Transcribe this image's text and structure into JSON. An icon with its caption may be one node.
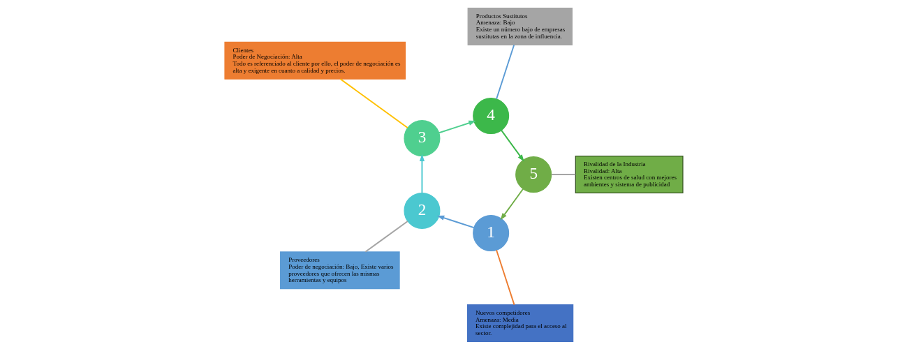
{
  "diagram": {
    "nodes": [
      {
        "text": [
          "1"
        ]
      },
      {
        "text": [
          "2"
        ]
      },
      {
        "text": [
          "3"
        ]
      },
      {
        "text": [
          "4"
        ]
      },
      {
        "text": [
          "5"
        ]
      },
      {
        "text": [
          "Rivalidad de la Industria",
          "Rivalidad: Alta",
          "Existen centros de salud con mejores ambientes y sistema de publicidad"
        ]
      },
      {
        "text": [
          "Nuevos competidores",
          "Amenaza: Media",
          "Existe complejidad para el acceso al sector."
        ]
      },
      {
        "text": [
          "Productos Sustitutos",
          "Amenaza: Bajo",
          "Existe un número bajo de empresas sustitutas en la zona de influencia."
        ]
      },
      {
        "text": [
          "Proveedores",
          "Poder de negociación: Bajo, Existe varios proveedores que ofrecen las mismas herramientas y equipos"
        ]
      },
      {
        "text": [
          "Clientes",
          "Poder de Negociación: Alta",
          "Todo es referenciado al cliente por ello, el poder de negociación es alta y exigente en cuanto a calidad y precios."
        ]
      }
    ],
    "edges": [
      {
        "from": 0,
        "to": 1,
        "arrow": "to",
        "color": "#5b9bd5"
      },
      {
        "from": 1,
        "to": 2,
        "arrow": "to",
        "color": "#4bc8d0"
      },
      {
        "from": 2,
        "to": 3,
        "arrow": "to",
        "color": "#4fcf8f"
      },
      {
        "from": 3,
        "to": 4,
        "arrow": "to",
        "color": "#3cb84a"
      },
      {
        "from": 4,
        "to": 0,
        "arrow": "to",
        "color": "#70ad47"
      },
      {
        "from": 6,
        "to": 0,
        "arrow": "none",
        "color": "#ed7d31"
      },
      {
        "from": 8,
        "to": 1,
        "arrow": "none",
        "color": "#a5a5a5"
      },
      {
        "from": 9,
        "to": 2,
        "arrow": "none",
        "color": "#ffc000"
      },
      {
        "from": 7,
        "to": 3,
        "arrow": "none",
        "color": "#5b9bd5"
      },
      {
        "from": 5,
        "to": 4,
        "arrow": "none",
        "color": "#a5a5a5"
      }
    ]
  }
}
